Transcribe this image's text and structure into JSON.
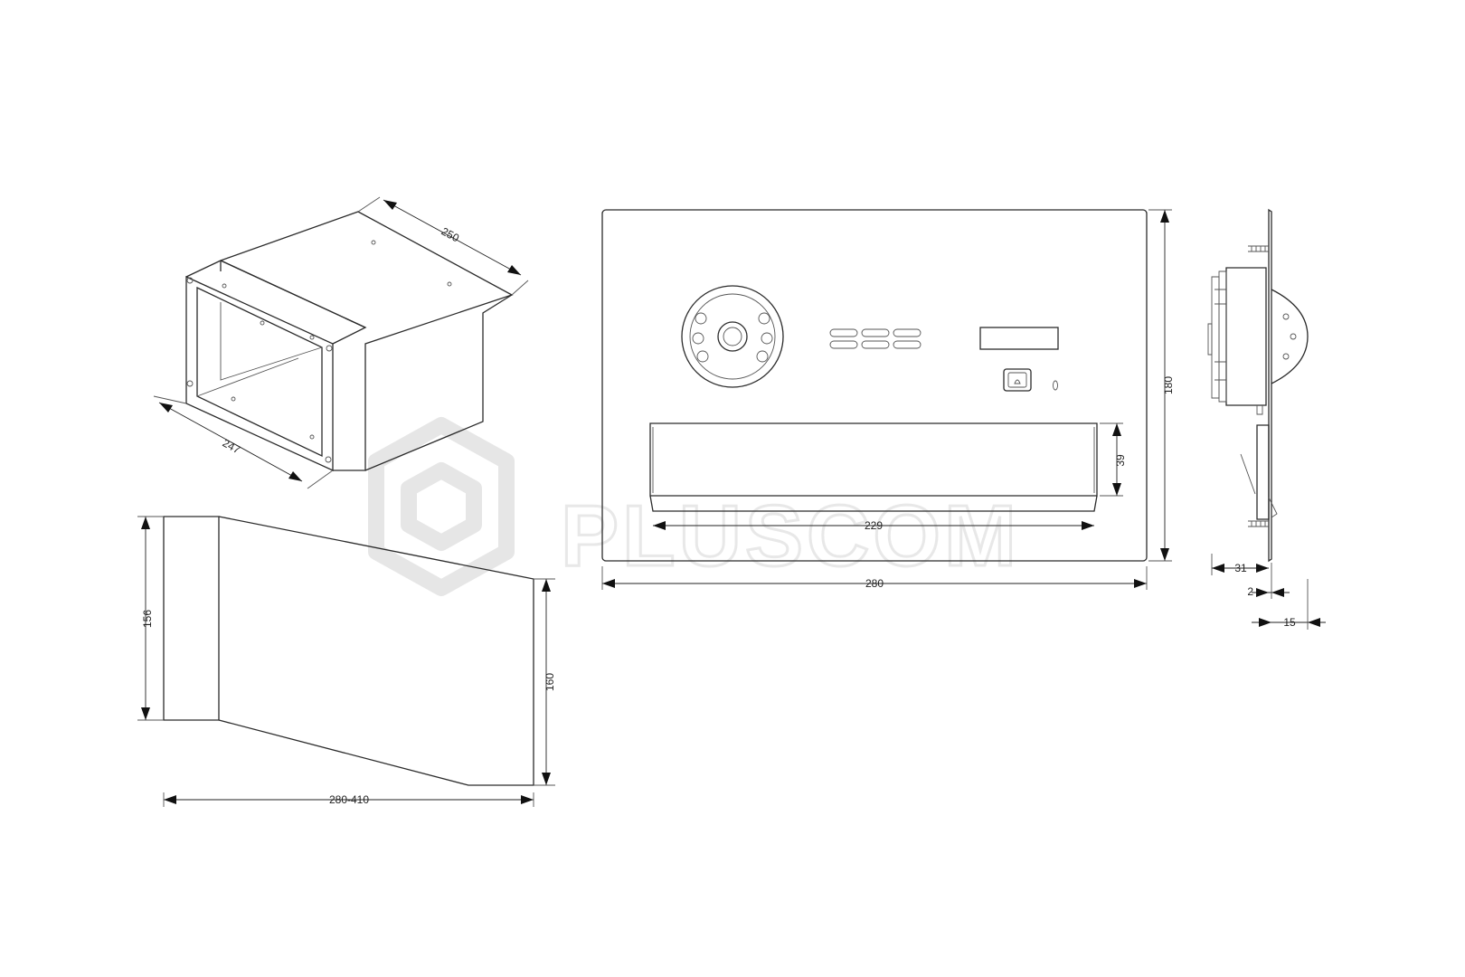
{
  "watermark": {
    "text": "PLUSCOM"
  },
  "dimensions": {
    "iso_depth": "250",
    "iso_width": "247",
    "side_height_left": "156",
    "side_height_right": "160",
    "side_length": "280-410",
    "front_width": "280",
    "front_height": "180",
    "slot_width": "229",
    "slot_height": "39",
    "profile_depth": "31",
    "profile_plate": "2",
    "profile_protrusion": "15"
  }
}
